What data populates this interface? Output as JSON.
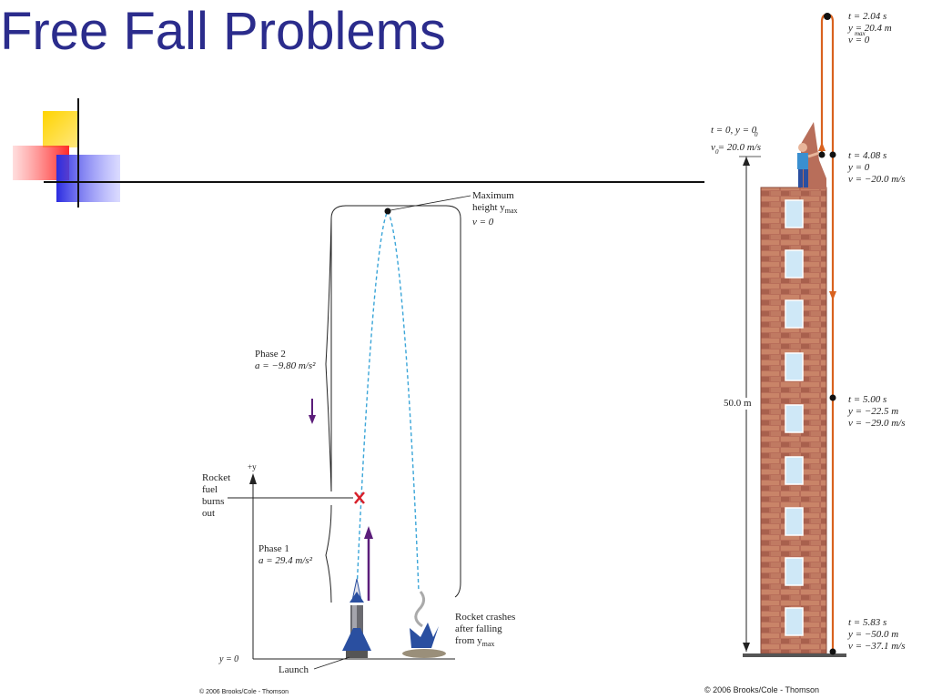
{
  "slide": {
    "title": "Free Fall Problems"
  },
  "rocket_figure": {
    "max_height": [
      "Maximum",
      "height y",
      "v = 0"
    ],
    "max_height_sub": "max",
    "phase2": [
      "Phase 2",
      "a = −9.80 m/s²"
    ],
    "axis_label": "+y",
    "burnout": [
      "Rocket",
      "fuel",
      "burns",
      "out"
    ],
    "phase1": [
      "Phase 1",
      "a = 29.4 m/s²"
    ],
    "crash": [
      "Rocket crashes",
      "after falling",
      "from y"
    ],
    "crash_sub": "max",
    "y0": "y = 0",
    "launch": "Launch",
    "copyright": "© 2006 Brooks/Cole - Thomson"
  },
  "building_figure": {
    "top": [
      "t = 2.04 s",
      "y   = 20.4 m",
      "v = 0"
    ],
    "top_sub": "max",
    "start": [
      "t = 0, y  = 0",
      "v  = 20.0 m/s"
    ],
    "start_subs": [
      "0",
      "0"
    ],
    "t408": [
      "t = 4.08 s",
      "y = 0",
      "v = −20.0 m/s"
    ],
    "t500": [
      "t = 5.00 s",
      "y = −22.5 m",
      "v = −29.0 m/s"
    ],
    "t583": [
      "t = 5.83 s",
      "y = −50.0 m",
      "v = −37.1 m/s"
    ],
    "height": "50.0 m",
    "copyright": "© 2006 Brooks/Cole - Thomson"
  },
  "colors": {
    "title": "#2b2c8c",
    "trajectory_rocket": "#3aa5d8",
    "trajectory_ball": "#d9621f",
    "arrow_purple": "#5b1d7a",
    "brick": "#b86e5a",
    "burnout_mark": "#d8202a"
  }
}
